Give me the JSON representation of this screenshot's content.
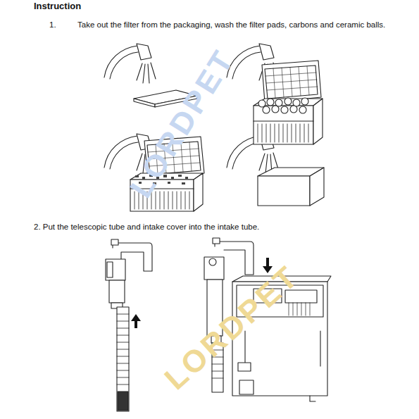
{
  "diagram": {
    "title": "Instruction",
    "labels": [
      "1.",
      "Take out the filter from the packaging, wash the filter pads, carbons and ceramic balls.",
      "2. Put the telescopic tube and intake cover into the intake tube.",
      "LORDPET",
      "LORDPET"
    ]
  }
}
